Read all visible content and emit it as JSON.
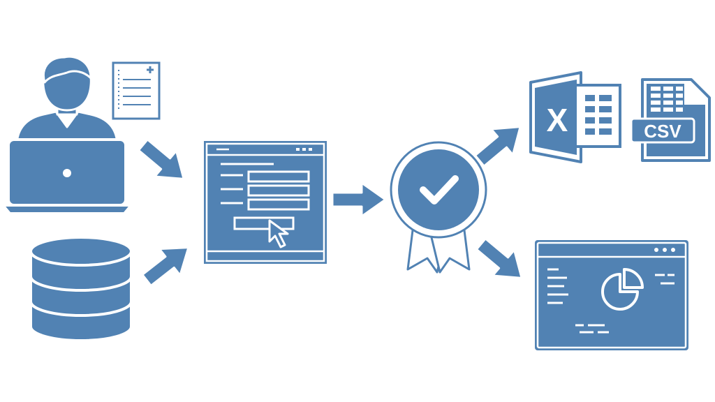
{
  "colors": {
    "primary": "#5182b3",
    "outline": "#ffffff",
    "background": "#ffffff"
  },
  "nodes": {
    "user": {
      "icon": "user-at-laptop-icon"
    },
    "document": {
      "icon": "document-with-plus-icon"
    },
    "database": {
      "icon": "database-icon"
    },
    "form": {
      "icon": "web-form-with-cursor-icon"
    },
    "validation": {
      "icon": "check-badge-icon"
    },
    "excel": {
      "icon": "excel-icon",
      "letter": "X"
    },
    "csv": {
      "icon": "csv-file-icon",
      "label": "CSV"
    },
    "dashboard": {
      "icon": "dashboard-pie-chart-icon"
    }
  },
  "connectors": [
    {
      "from": "user",
      "to": "form"
    },
    {
      "from": "database",
      "to": "form"
    },
    {
      "from": "form",
      "to": "validation"
    },
    {
      "from": "validation",
      "to": "excel"
    },
    {
      "from": "validation",
      "to": "dashboard"
    }
  ]
}
